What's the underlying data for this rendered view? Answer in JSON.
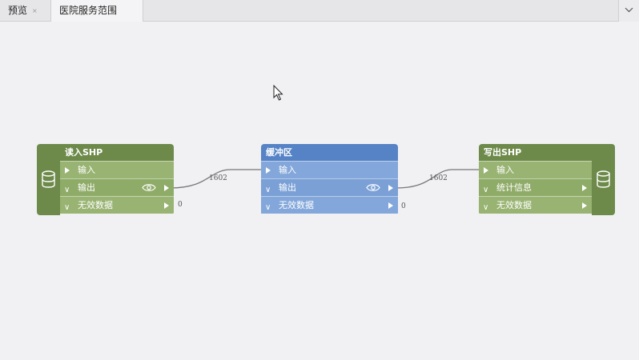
{
  "tabs": [
    {
      "label": "预览",
      "close": "×"
    },
    {
      "label": "医院服务范围"
    }
  ],
  "nodes": {
    "reader": {
      "title": "读入SHP",
      "ports": [
        {
          "label": "输入"
        },
        {
          "label": "输出"
        },
        {
          "label": "无效数据"
        }
      ]
    },
    "buffer": {
      "title": "缓冲区",
      "ports": [
        {
          "label": "输入"
        },
        {
          "label": "输出"
        },
        {
          "label": "无效数据"
        }
      ]
    },
    "writer": {
      "title": "写出SHP",
      "ports": [
        {
          "label": "输入"
        },
        {
          "label": "统计信息"
        },
        {
          "label": "无效数据"
        }
      ]
    }
  },
  "links": {
    "reader_to_buffer_count": "1602",
    "buffer_to_writer_count": "1602",
    "reader_invalid_count": "0",
    "buffer_invalid_count": "0"
  },
  "colors": {
    "reader_writer_header": "#6d8a4a",
    "reader_writer_port": "#8fab68",
    "buffer_header": "#5583c6",
    "buffer_port": "#7aa0d6"
  },
  "icons": {
    "database": "database-icon",
    "eye": "eye-icon",
    "cursor": "mouse-pointer-icon"
  }
}
